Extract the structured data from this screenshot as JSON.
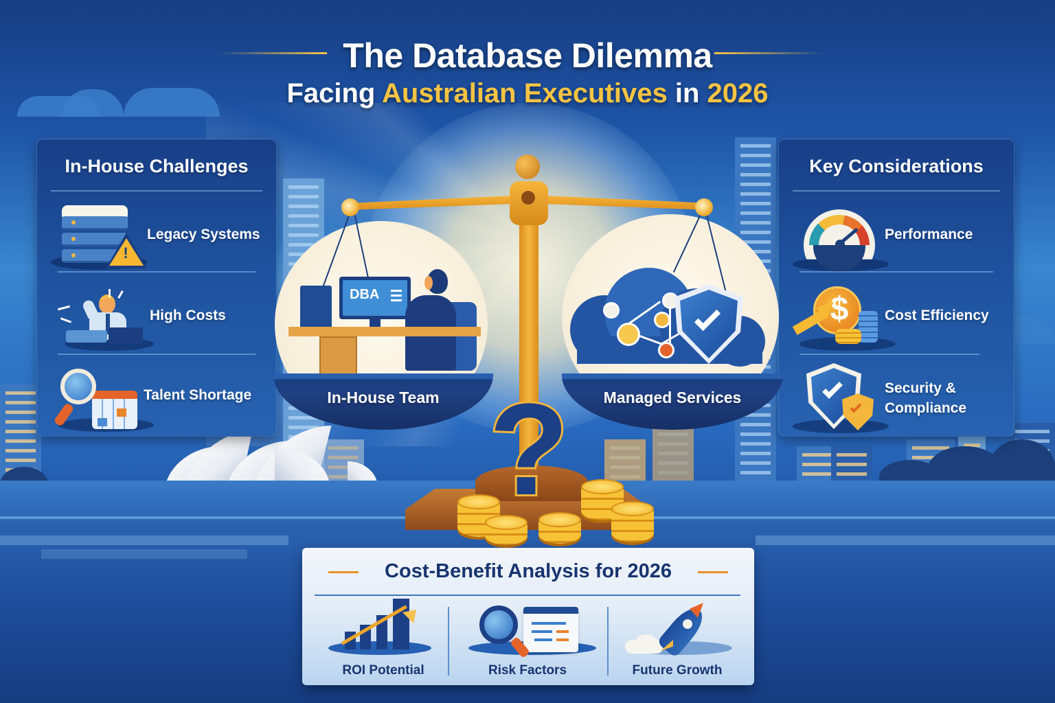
{
  "header": {
    "title": "The Database Dilemma",
    "subtitle_prefix": "Facing",
    "subtitle_highlight": "Australian Executives",
    "subtitle_mid": "in",
    "subtitle_year": "2026"
  },
  "left_panel": {
    "title": "In-House Challenges",
    "items": [
      {
        "label": "Legacy Systems",
        "icon": "server-warning-icon"
      },
      {
        "label": "High Costs",
        "icon": "stressed-worker-icon"
      },
      {
        "label": "Talent Shortage",
        "icon": "magnifier-calendar-icon"
      }
    ]
  },
  "right_panel": {
    "title": "Key Considerations",
    "items": [
      {
        "label": "Performance",
        "icon": "speedometer-icon"
      },
      {
        "label": "Cost Efficiency",
        "icon": "dollar-coin-icon"
      },
      {
        "label_line1": "Security &",
        "label_line2": "Compliance",
        "icon": "shield-check-icon"
      }
    ]
  },
  "scale": {
    "left_pan_label": "In-House Team",
    "right_pan_label": "Managed Services",
    "monitor_text": "DBA",
    "center_symbol": "?"
  },
  "analysis": {
    "title": "Cost-Benefit Analysis for 2026",
    "columns": [
      {
        "label": "ROI Potential",
        "icon": "rising-bar-chart-icon"
      },
      {
        "label": "Risk Factors",
        "icon": "magnifier-report-icon"
      },
      {
        "label": "Future Growth",
        "icon": "rocket-icon"
      }
    ]
  },
  "colors": {
    "background_blue": "#1e54a6",
    "accent_gold": "#f7c343",
    "panel_blue": "#1f529e",
    "navy_text": "#17346f",
    "orange": "#e8912a"
  }
}
